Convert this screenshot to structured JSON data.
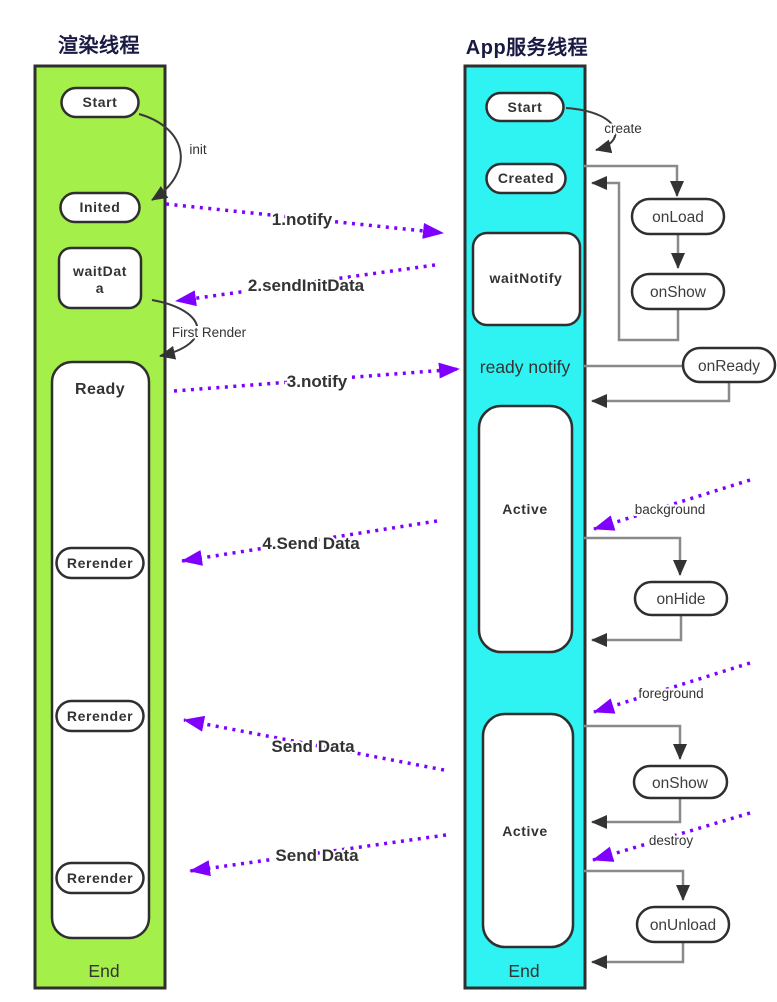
{
  "left_thread": {
    "title": "渲染线程",
    "start": "Start",
    "inited": "Inited",
    "wait_data_line1": "waitDat",
    "wait_data_line2": "a",
    "ready": "Ready",
    "rerenders": [
      "Rerender",
      "Rerender",
      "Rerender"
    ],
    "end": "End",
    "init_label": "init",
    "first_render_label": "First Render"
  },
  "right_thread": {
    "title": "App服务线程",
    "start": "Start",
    "created": "Created",
    "wait_notify": "waitNotify",
    "ready_notify": "ready notify",
    "active_top": "Active",
    "active_bottom": "Active",
    "end": "End",
    "create_label": "create"
  },
  "callbacks": {
    "on_load": "onLoad",
    "on_show_top": "onShow",
    "on_ready": "onReady",
    "on_hide": "onHide",
    "on_show_bottom": "onShow",
    "on_unload": "onUnload"
  },
  "messages": {
    "m1": "1.notify",
    "m2": "2.sendInitData",
    "m3": "3.notify",
    "m4": "4.Send Data",
    "m5": "Send Data",
    "m6": "Send Data"
  },
  "events": {
    "background": "background",
    "foreground": "foreground",
    "destroy": "destroy"
  },
  "colors": {
    "green": "#A5EF4B",
    "cyan": "#2FF3F3",
    "purple": "#7F00FF",
    "gray": "#8A8A8A",
    "dark": "#2F2F2F",
    "title_color": "#191943"
  }
}
